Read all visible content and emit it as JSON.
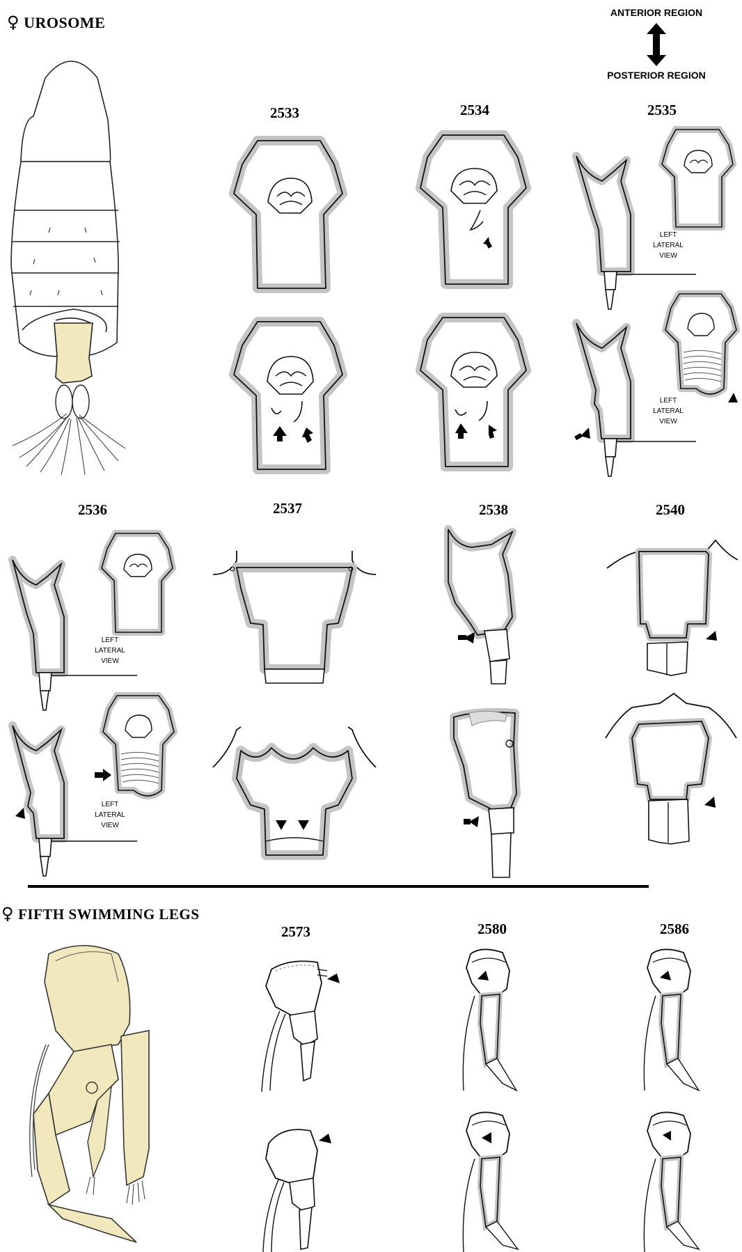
{
  "headings": {
    "urosome": {
      "symbol": "♀",
      "text": "UROSOME"
    },
    "fifth_legs": {
      "symbol": "♀",
      "text": "FIFTH  SWIMMING LEGS"
    }
  },
  "orientation": {
    "anterior": "ANTERIOR REGION",
    "posterior": "POSTERIOR REGION"
  },
  "specimens": {
    "s2533": "2533",
    "s2534": "2534",
    "s2535": "2535",
    "s2536": "2536",
    "s2537": "2537",
    "s2538": "2538",
    "s2540": "2540",
    "s2573": "2573",
    "s2580": "2580",
    "s2586": "2586"
  },
  "view_label": {
    "line1": "LEFT",
    "line2": "LATERAL",
    "line3": "VIEW"
  },
  "colors": {
    "highlight": "#f2e8bd",
    "shadow": "#c4c4c4",
    "ink": "#111111"
  }
}
